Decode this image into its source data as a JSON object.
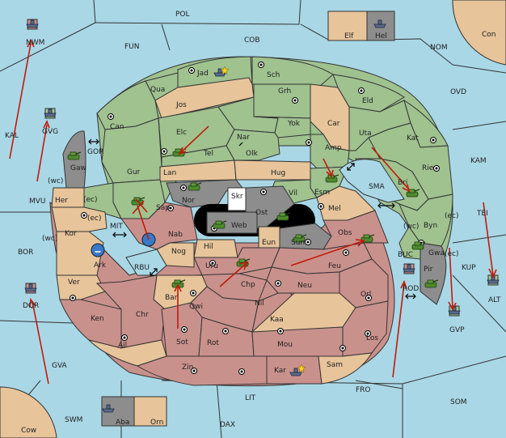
{
  "map": {
    "title": "",
    "regions": [
      {
        "key": "pol",
        "label": "POL"
      },
      {
        "key": "cob",
        "label": "COB"
      },
      {
        "key": "fun",
        "label": "FUN"
      },
      {
        "key": "nwm",
        "label": "NWM"
      },
      {
        "key": "nom",
        "label": "NOM"
      },
      {
        "key": "con",
        "label": "Con"
      },
      {
        "key": "elf",
        "label": "Elf"
      },
      {
        "key": "hel",
        "label": "Hel"
      },
      {
        "key": "ovd",
        "label": "OVD"
      },
      {
        "key": "kal",
        "label": "KAL"
      },
      {
        "key": "gvg",
        "label": "GVG"
      },
      {
        "key": "gor",
        "label": "GOR"
      },
      {
        "key": "mvu",
        "label": "MVU"
      },
      {
        "key": "wc1",
        "label": "(wc)"
      },
      {
        "key": "ec1",
        "label": "(ec)"
      },
      {
        "key": "ec2",
        "label": "(ec)"
      },
      {
        "key": "wc2",
        "label": "(wc)"
      },
      {
        "key": "mit",
        "label": "MIT"
      },
      {
        "key": "bor",
        "label": "BOR"
      },
      {
        "key": "rbu",
        "label": "RBU"
      },
      {
        "key": "dqr",
        "label": "DQR"
      },
      {
        "key": "gva",
        "label": "GVA"
      },
      {
        "key": "swm",
        "label": "SWM"
      },
      {
        "key": "cow",
        "label": "Cow"
      },
      {
        "key": "aba",
        "label": "Aba"
      },
      {
        "key": "orn",
        "label": "Orn"
      },
      {
        "key": "dax",
        "label": "DAX"
      },
      {
        "key": "lit",
        "label": "LIT"
      },
      {
        "key": "fro",
        "label": "FRO"
      },
      {
        "key": "som",
        "label": "SOM"
      },
      {
        "key": "gvp",
        "label": "GVP"
      },
      {
        "key": "alt",
        "label": "ALT"
      },
      {
        "key": "kup",
        "label": "KUP"
      },
      {
        "key": "tei",
        "label": "TEI"
      },
      {
        "key": "buc",
        "label": "BUC"
      },
      {
        "key": "rod",
        "label": "ROD"
      },
      {
        "key": "kam",
        "label": "KAM"
      },
      {
        "key": "sma",
        "label": "SMA"
      },
      {
        "key": "ec3",
        "label": "(ec)"
      },
      {
        "key": "wc3",
        "label": "(wc)"
      },
      {
        "key": "ec4",
        "label": "(ec)"
      },
      {
        "key": "jad",
        "label": "Jad"
      },
      {
        "key": "sch",
        "label": "Sch"
      },
      {
        "key": "qua",
        "label": "Qua"
      },
      {
        "key": "jos",
        "label": "Jos"
      },
      {
        "key": "grh",
        "label": "Grh"
      },
      {
        "key": "eld",
        "label": "Eld"
      },
      {
        "key": "can",
        "label": "Can"
      },
      {
        "key": "car",
        "label": "Car"
      },
      {
        "key": "yok",
        "label": "Yok"
      },
      {
        "key": "uta",
        "label": "Uta"
      },
      {
        "key": "kat",
        "label": "Kat"
      },
      {
        "key": "elc",
        "label": "Elc"
      },
      {
        "key": "nar",
        "label": "Nar"
      },
      {
        "key": "tel",
        "label": "Tel"
      },
      {
        "key": "olk",
        "label": "Olk"
      },
      {
        "key": "amp",
        "label": "Amp"
      },
      {
        "key": "rie",
        "label": "Rie"
      },
      {
        "key": "gaw",
        "label": "Gaw"
      },
      {
        "key": "gur",
        "label": "Gur"
      },
      {
        "key": "lan",
        "label": "Lan"
      },
      {
        "key": "hug",
        "label": "Hug"
      },
      {
        "key": "bri",
        "label": "Bri"
      },
      {
        "key": "vil",
        "label": "Vil"
      },
      {
        "key": "esm",
        "label": "Esm"
      },
      {
        "key": "her",
        "label": "Her"
      },
      {
        "key": "nor",
        "label": "Nor"
      },
      {
        "key": "skr",
        "label": "Skr"
      },
      {
        "key": "ost",
        "label": "Ost"
      },
      {
        "key": "mel",
        "label": "Mel"
      },
      {
        "key": "sap",
        "label": "Sap"
      },
      {
        "key": "web",
        "label": "Web"
      },
      {
        "key": "byn",
        "label": "Byn"
      },
      {
        "key": "kor",
        "label": "Kor"
      },
      {
        "key": "nab",
        "label": "Nab"
      },
      {
        "key": "obs",
        "label": "Obs"
      },
      {
        "key": "eun",
        "label": "Eun"
      },
      {
        "key": "sun",
        "label": "Sun"
      },
      {
        "key": "hil",
        "label": "Hil"
      },
      {
        "key": "gwa",
        "label": "Gwa"
      },
      {
        "key": "ark",
        "label": "Ark"
      },
      {
        "key": "nog",
        "label": "Nog"
      },
      {
        "key": "uru",
        "label": "Uru"
      },
      {
        "key": "feu",
        "label": "Feu"
      },
      {
        "key": "pir",
        "label": "Pir"
      },
      {
        "key": "ver",
        "label": "Ver"
      },
      {
        "key": "chp",
        "label": "Chp"
      },
      {
        "key": "neu",
        "label": "Neu"
      },
      {
        "key": "orl",
        "label": "Orl"
      },
      {
        "key": "bar",
        "label": "Bar"
      },
      {
        "key": "qwi",
        "label": "Qwi"
      },
      {
        "key": "nil",
        "label": "Nil"
      },
      {
        "key": "ken",
        "label": "Ken"
      },
      {
        "key": "chr",
        "label": "Chr"
      },
      {
        "key": "kaa",
        "label": "Kaa"
      },
      {
        "key": "los",
        "label": "Los"
      },
      {
        "key": "ail",
        "label": "Ail"
      },
      {
        "key": "sot",
        "label": "Sot"
      },
      {
        "key": "rot",
        "label": "Rot"
      },
      {
        "key": "mou",
        "label": "Mou"
      },
      {
        "key": "zin",
        "label": "Zin"
      },
      {
        "key": "kar",
        "label": "Kar"
      },
      {
        "key": "sam",
        "label": "Sam"
      }
    ],
    "colors": {
      "sea": "#a9d7e6",
      "green": "#9fc28f",
      "tan": "#e7c49a",
      "rose": "#c9918c",
      "grey": "#8d8d8d",
      "arrow": "#c21a0a",
      "fleet_blue": "#3a78c8"
    },
    "icons": [
      "army-icon",
      "fleet-icon",
      "supply-center-icon",
      "home-center-icon",
      "star-icon",
      "double-arrow-icon"
    ]
  }
}
